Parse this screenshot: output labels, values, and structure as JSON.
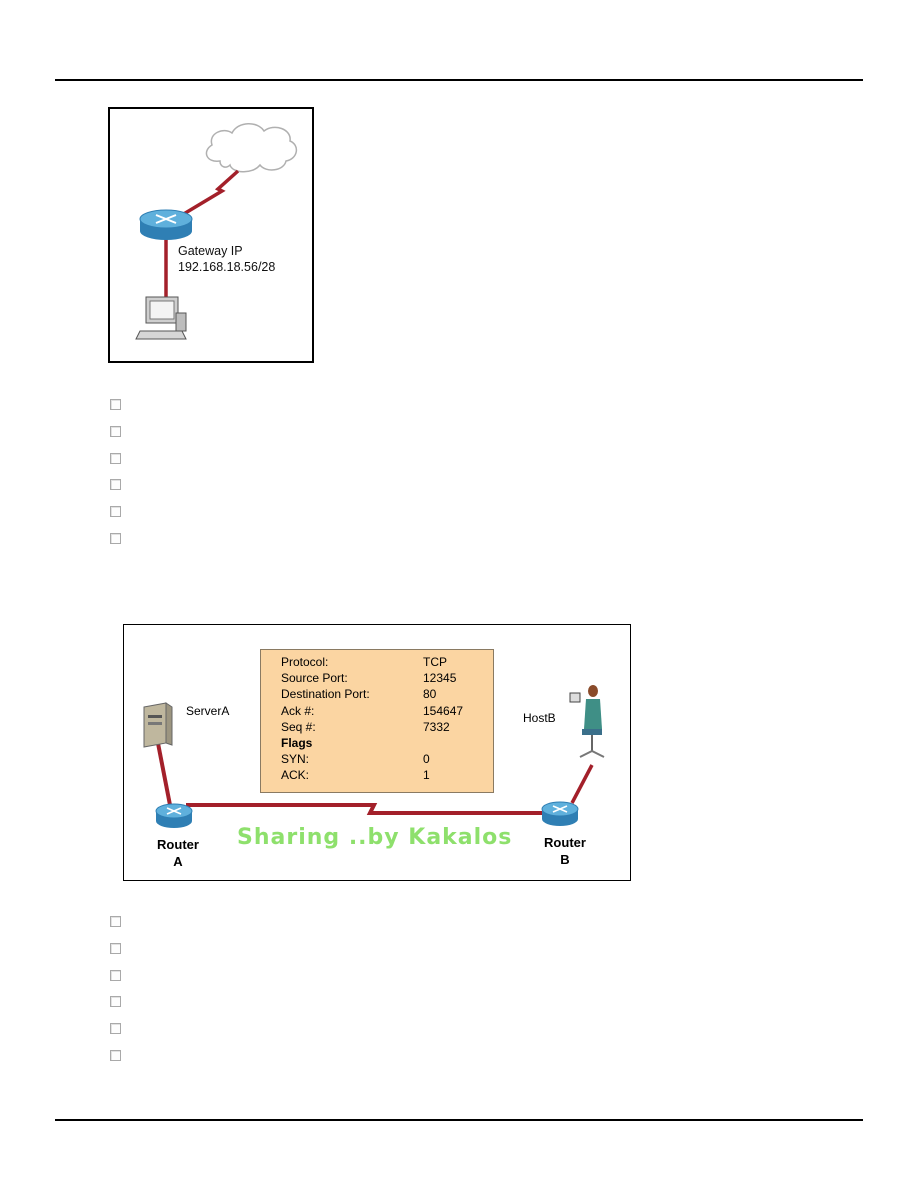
{
  "figure1": {
    "gateway_label": "Gateway IP",
    "gateway_ip": "192.168.18.56/28"
  },
  "question1_options": [
    "",
    "",
    "",
    "",
    "",
    ""
  ],
  "figure2": {
    "server_label": "ServerA",
    "host_label": "HostB",
    "router_a_line1": "Router",
    "router_a_line2": "A",
    "router_b_line1": "Router",
    "router_b_line2": "B",
    "watermark": "Sharing ..by Kakalos",
    "info": {
      "protocol_label": "Protocol:",
      "protocol_value": "TCP",
      "source_port_label": "Source Port:",
      "source_port_value": "12345",
      "dest_port_label": "Destination Port:",
      "dest_port_value": "80",
      "ack_label": "Ack #:",
      "ack_value": "154647",
      "seq_label": "Seq #:",
      "seq_value": "7332",
      "flags_label": "Flags",
      "syn_label": "SYN:",
      "syn_value": "0",
      "ackflag_label": "ACK:",
      "ackflag_value": "1"
    },
    "colors": {
      "link": "#a3202a",
      "panel": "#fbd5a2",
      "watermark": "#8ee06c",
      "router": "#3b8fc2"
    }
  },
  "question2_options": [
    "",
    "",
    "",
    "",
    "",
    ""
  ]
}
